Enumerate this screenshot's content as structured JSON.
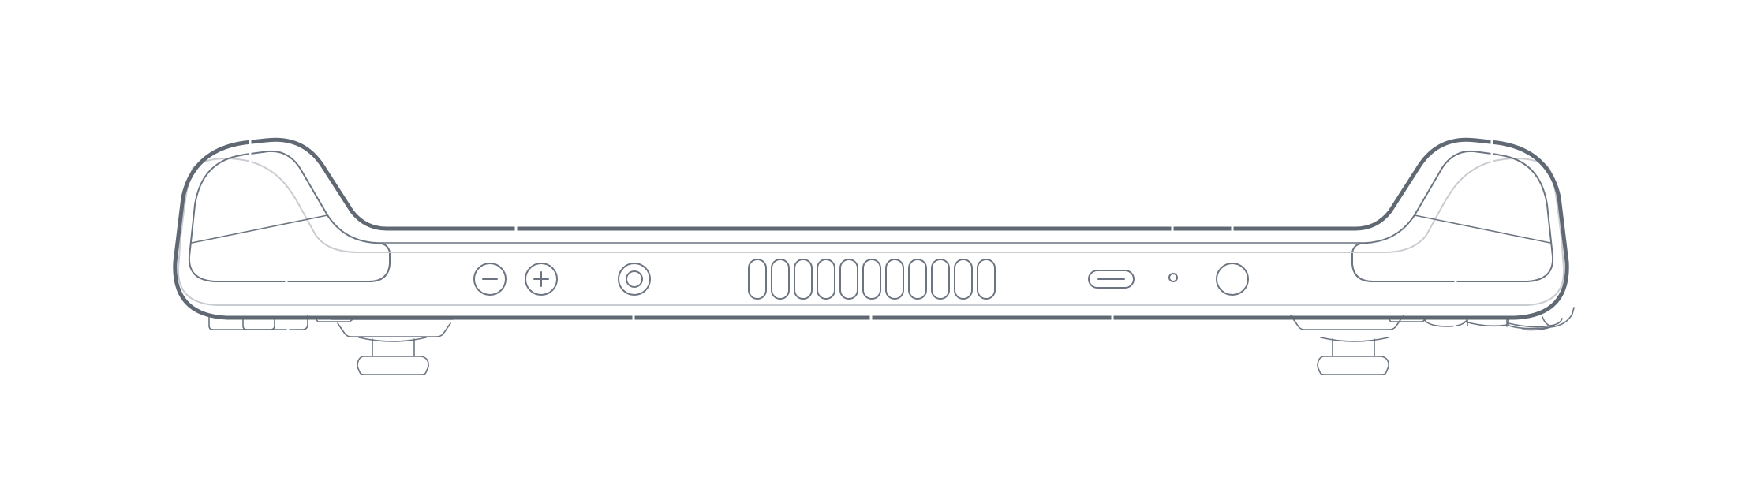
{
  "figure": {
    "subject": "handheld-console-top-edge",
    "line_color": "#5f6873",
    "faint_color": "#c9ccd1",
    "background": "#ffffff"
  },
  "ports": [
    {
      "name": "volume-down-button-icon",
      "symbol": "minus"
    },
    {
      "name": "volume-up-button-icon",
      "symbol": "plus"
    },
    {
      "name": "audio-jack-icon",
      "symbol": "ring"
    },
    {
      "name": "cooling-vent-icon",
      "symbol": "vent",
      "slot_count": 11
    },
    {
      "name": "usb-c-port-icon",
      "symbol": "slot"
    },
    {
      "name": "status-led-icon",
      "symbol": "dot"
    },
    {
      "name": "power-button-icon",
      "symbol": "circle"
    }
  ]
}
